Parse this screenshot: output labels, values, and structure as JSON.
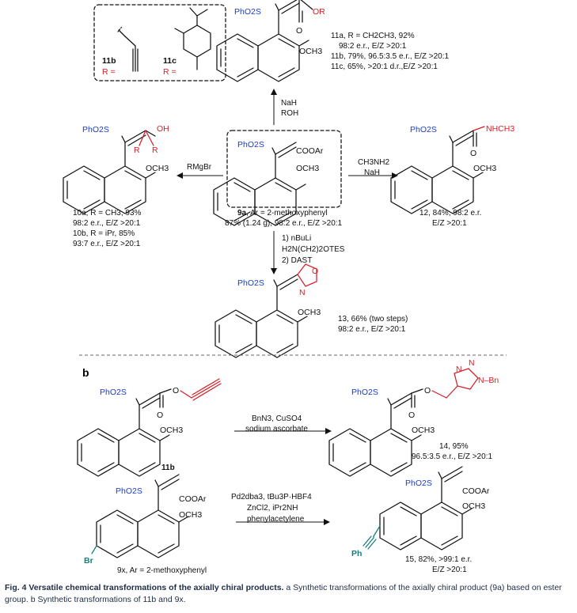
{
  "panel_labels": {
    "b": "b"
  },
  "substituent_box": {
    "label_11b": "11b",
    "label_11c": "11c",
    "r_eq": "R ="
  },
  "labels": {
    "phenylsulfonyl": "PhO2S",
    "methoxy": "OCH3",
    "coor": "OR",
    "cooar": "COOAr",
    "oh": "OH",
    "r": "R",
    "nhch3": "NHCH3",
    "oxygen": "O",
    "nitrogen": "N",
    "benzyl": "N–Bn",
    "phenyl": "Ph",
    "bromo": "Br"
  },
  "reagents": {
    "up_1": "NaH",
    "up_2": "ROH",
    "left": "RMgBr",
    "right_1": "CH3NH2",
    "right_2": "NaH",
    "down_1": "1) nBuLi",
    "down_2": "H2N(CH2)2OTES",
    "down_3": "2) DAST",
    "click_1": "BnN3, CuSO4",
    "click_2": "sodium ascorbate",
    "sono_1": "Pd2dba3, tBu3P·HBF4",
    "sono_2": "ZnCl2, iPr2NH",
    "sono_3": "phenylacetylene"
  },
  "compounds": {
    "c9a": {
      "id": "9a",
      "line1": ", Ar = 2-methoxyphenyl",
      "line2": "87% (1.24 g), 98:2 e.r., E/Z >20:1"
    },
    "c11": {
      "line1": "11a, R = CH2CH3, 92%",
      "line2": "98:2 e.r., E/Z >20:1",
      "line3": "11b, 79%, 96.5:3.5 e.r., E/Z >20:1",
      "line4": "11c, 65%, >20:1 d.r.,E/Z >20:1"
    },
    "c10": {
      "line1": "10a, R = CH3, 93%",
      "line2": "98:2 e.r., E/Z >20:1",
      "line3": "10b, R = iPr, 85%",
      "line4": "93:7 e.r., E/Z >20:1"
    },
    "c12": {
      "line1": "12, 84%, 98:2 e.r.",
      "line2": "E/Z >20:1"
    },
    "c13": {
      "line1": "13, 66% (two steps)",
      "line2": "98:2 e.r., E/Z >20:1"
    },
    "c11b": {
      "id": "11b"
    },
    "c14": {
      "line1": "14, 95%",
      "line2": "96.5:3.5 e.r., E/Z >20:1"
    },
    "c9x": {
      "line1": "9x, Ar = 2-methoxyphenyl"
    },
    "c15": {
      "line1": "15, 82%, >99:1 e.r.",
      "line2": "E/Z >20:1"
    }
  },
  "caption": {
    "bold": "Fig. 4 Versatile chemical transformations of the axially chiral products.",
    "text": " a Synthetic transformations of the axially chiral product (9a) based on ester group. b Synthetic transformations of 11b and 9x."
  }
}
